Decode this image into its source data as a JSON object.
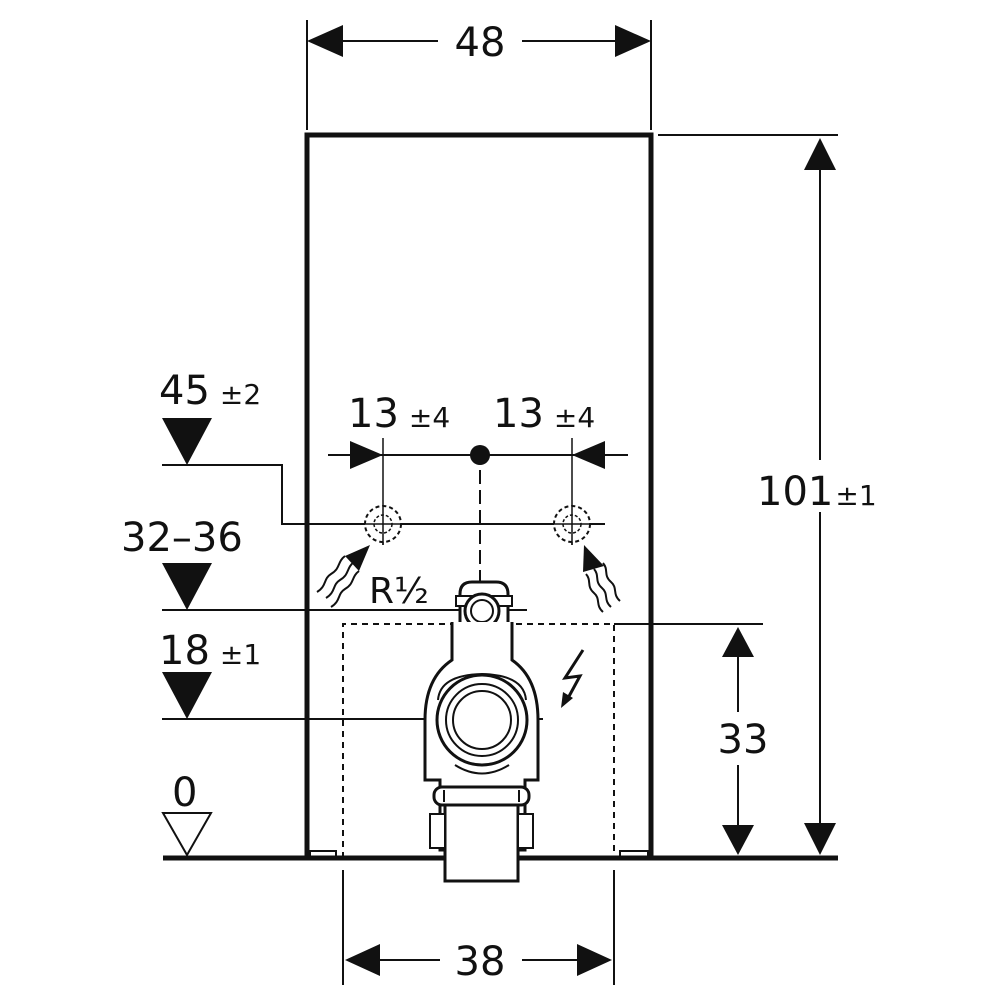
{
  "width": {
    "value": "48"
  },
  "height": {
    "value": "101",
    "tolerance": "±1"
  },
  "supply_height": {
    "value": "45",
    "tolerance": "±2"
  },
  "supply_left": {
    "value": "13",
    "tolerance": "±4"
  },
  "supply_right": {
    "value": "13",
    "tolerance": "±4"
  },
  "drain_height": {
    "value": "32–36"
  },
  "thread": {
    "value": "R½"
  },
  "outlet_height": {
    "value": "18",
    "tolerance": "±1"
  },
  "floor_level": {
    "value": "0"
  },
  "opening_height": {
    "value": "33"
  },
  "opening_width": {
    "value": "38"
  }
}
